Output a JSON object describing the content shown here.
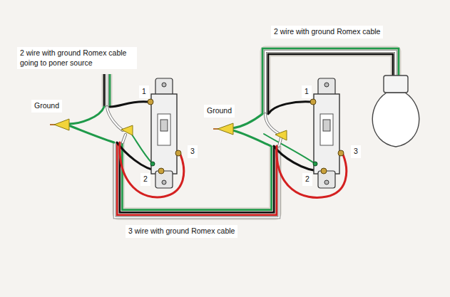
{
  "diagram": {
    "labels": [
      "2 wire with ground Romex cable going to poner source",
      "1",
      "Ground",
      "2",
      "3",
      "2 wire with ground Romex cable",
      "1",
      "Ground",
      "2",
      "3",
      "3 wire with ground Romex cable"
    ]
  }
}
